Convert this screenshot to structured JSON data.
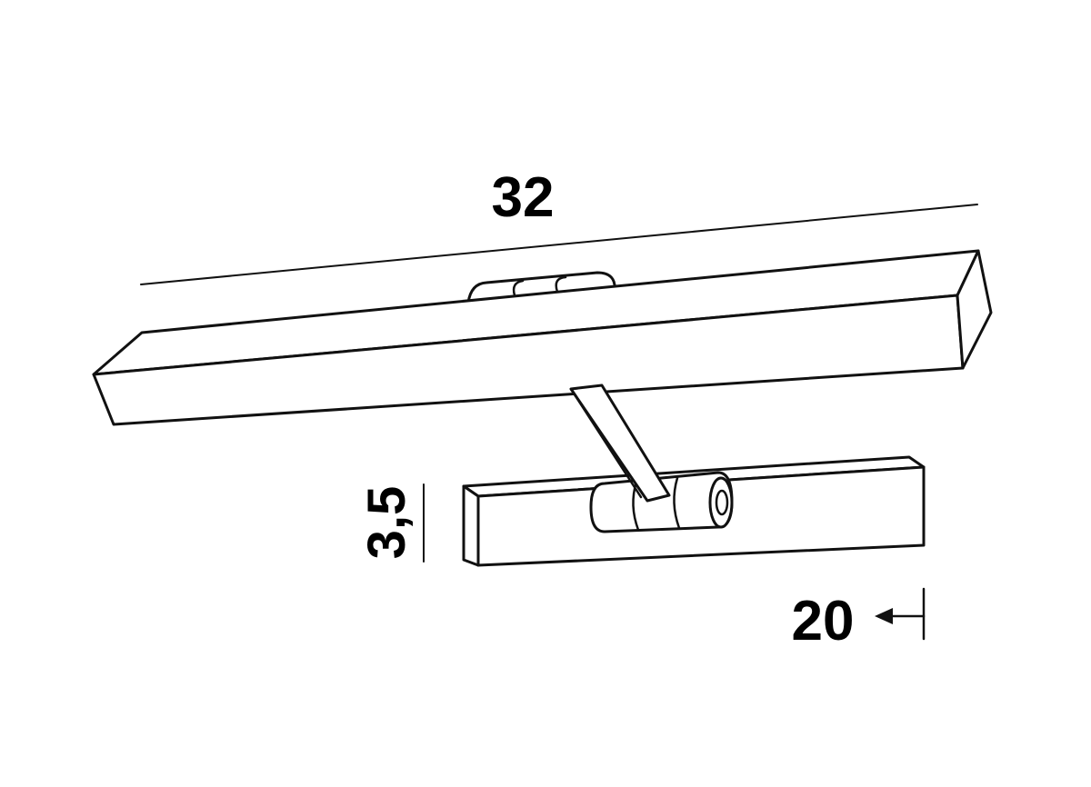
{
  "dimensions": {
    "length": "32",
    "height": "3,5",
    "depth": "20"
  }
}
